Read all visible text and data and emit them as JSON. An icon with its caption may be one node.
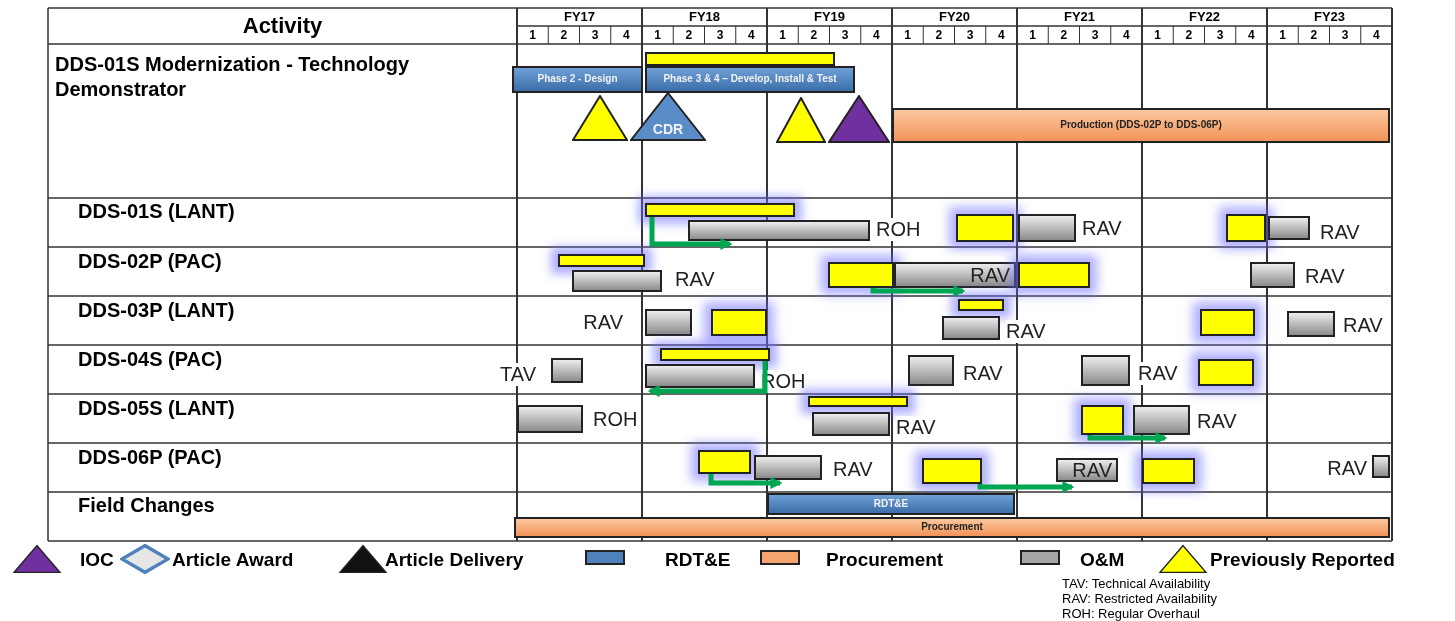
{
  "diagram": {
    "nodes": [
      {
        "text": [
          "Phase 2 - Design"
        ]
      },
      {
        "text": [],
        "shape": "bar"
      },
      {
        "text": [
          "Phase 3 & 4 – Develop, Install & Test"
        ]
      },
      {
        "text": [],
        "shape": "triangle"
      },
      {
        "text": [
          "CDR"
        ]
      },
      {
        "text": [],
        "shape": "triangle"
      },
      {
        "text": [],
        "shape": "triangle"
      },
      {
        "text": [
          "Production (DDS-02P to DDS-06P)"
        ]
      },
      {
        "text": [],
        "shape": "bar"
      },
      {
        "text": [],
        "shape": "bar",
        "beside": [
          "ROH"
        ]
      },
      {
        "text": [],
        "shape": "bar"
      },
      {
        "text": [],
        "shape": "bar",
        "beside": [
          "RAV"
        ]
      },
      {
        "text": [],
        "shape": "bar"
      },
      {
        "text": [],
        "shape": "bar",
        "beside": [
          "RAV"
        ]
      },
      {
        "text": [],
        "shape": "bar"
      },
      {
        "text": [],
        "shape": "bar",
        "beside": [
          "RAV"
        ]
      },
      {
        "text": [],
        "shape": "bar"
      },
      {
        "text": [
          "RAV"
        ]
      },
      {
        "text": [],
        "shape": "bar"
      },
      {
        "text": [],
        "shape": "bar",
        "beside": [
          "RAV"
        ]
      },
      {
        "text": [],
        "shape": "bar",
        "beside": [
          "RAV"
        ]
      },
      {
        "text": [],
        "shape": "bar"
      },
      {
        "text": [],
        "shape": "bar"
      },
      {
        "text": [],
        "shape": "bar",
        "beside": [
          "RAV"
        ]
      },
      {
        "text": [],
        "shape": "bar"
      },
      {
        "text": [],
        "shape": "bar",
        "beside": [
          "RAV"
        ]
      },
      {
        "text": [],
        "shape": "bar",
        "beside": [
          "TAV"
        ]
      },
      {
        "text": [],
        "shape": "bar"
      },
      {
        "text": [],
        "shape": "bar",
        "beside": [
          "ROH"
        ]
      },
      {
        "text": [],
        "shape": "bar",
        "beside": [
          "RAV"
        ]
      },
      {
        "text": [],
        "shape": "bar",
        "beside": [
          "RAV"
        ]
      },
      {
        "text": [],
        "shape": "bar"
      },
      {
        "text": [],
        "shape": "bar",
        "beside": [
          "ROH"
        ]
      },
      {
        "text": [],
        "shape": "bar"
      },
      {
        "text": [],
        "shape": "bar",
        "beside": [
          "RAV"
        ]
      },
      {
        "text": [],
        "shape": "bar"
      },
      {
        "text": [],
        "shape": "bar",
        "beside": [
          "RAV"
        ]
      },
      {
        "text": [],
        "shape": "bar"
      },
      {
        "text": [],
        "shape": "bar",
        "beside": [
          "RAV"
        ]
      },
      {
        "text": [],
        "shape": "bar"
      },
      {
        "text": [
          "RAV"
        ]
      },
      {
        "text": [],
        "shape": "bar"
      },
      {
        "text": [],
        "shape": "bar",
        "beside": [
          "RAV"
        ]
      },
      {
        "text": [
          "RDT&E"
        ]
      },
      {
        "text": [
          "Procurement"
        ]
      }
    ],
    "edges": [
      {
        "from": 8,
        "to": 9,
        "arrow": "to"
      },
      {
        "from": 16,
        "to": 17,
        "arrow": "to"
      },
      {
        "from": 27,
        "to": 28,
        "arrow": "to"
      },
      {
        "from": 35,
        "to": 36,
        "arrow": "to"
      },
      {
        "from": 37,
        "to": 38,
        "arrow": "to"
      },
      {
        "from": 39,
        "to": 40,
        "arrow": "to"
      }
    ],
    "labels": [
      "Activity",
      "FY17",
      "FY18",
      "FY19",
      "FY20",
      "FY21",
      "FY22",
      "FY23",
      "1",
      "2",
      "3",
      "4",
      "1",
      "2",
      "3",
      "4",
      "1",
      "2",
      "3",
      "4",
      "1",
      "2",
      "3",
      "4",
      "1",
      "2",
      "3",
      "4",
      "1",
      "2",
      "3",
      "4",
      "1",
      "2",
      "3",
      "4",
      "DDS-01S Modernization - Technology Demonstrator",
      "DDS-01S (LANT)",
      "DDS-02P (PAC)",
      "DDS-03P (LANT)",
      "DDS-04S (PAC)",
      "DDS-05S (LANT)",
      "DDS-06P (PAC)",
      "Field Changes",
      "TAV: Technical Availability",
      "RAV:  Restricted Availability",
      "ROH:  Regular Overhaul"
    ],
    "legend": [
      {
        "text": "IOC"
      },
      {
        "text": "Article Award"
      },
      {
        "text": "Article Delivery"
      },
      {
        "text": "RDT&E",
        "color": "#4f81bd"
      },
      {
        "text": "Procurement",
        "color": "#f7a56e"
      },
      {
        "text": "O&M",
        "color": "#a6a6a6"
      },
      {
        "text": "Previously Reported"
      }
    ]
  }
}
